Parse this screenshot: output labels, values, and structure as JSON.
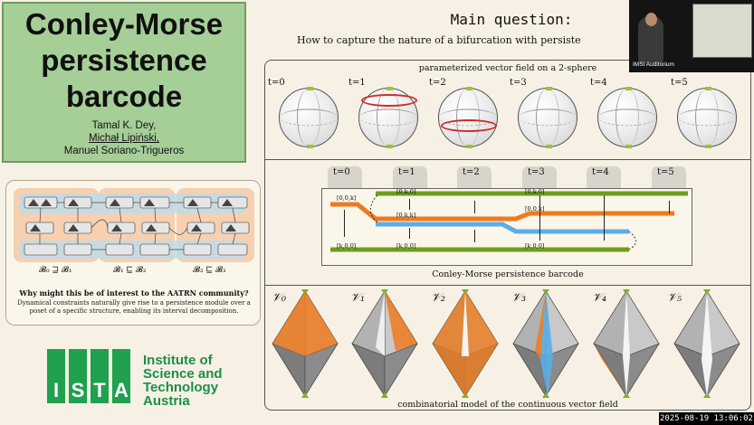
{
  "poster": {
    "title": [
      "Conley-Morse",
      "persistence",
      "barcode"
    ],
    "authors": [
      "Tamal K. Dey,",
      "Michał Lipiński,",
      "Manuel Soriano-Trigueros"
    ],
    "diagram": {
      "labels": [
        "𝓑₀ ⊒ 𝓑₁",
        "𝓑₁ ⊑ 𝓑₂",
        "𝓑₂ ⊑ 𝓑₃"
      ],
      "question": "Why might this be of interest to the AATRN community?",
      "answer": "Dynamical constraints naturally give rise to a persistence module over a poset of a specific structure, enabling its interval decomposition."
    },
    "logo": {
      "letters": [
        "I",
        "S",
        "T",
        "A"
      ],
      "name": [
        "Institute of",
        "Science and",
        "Technology",
        "Austria"
      ]
    }
  },
  "main": {
    "heading": "Main question:",
    "subheading": "How to capture the nature of a bifurcation with persiste",
    "panel1_caption": "parameterized vector field on a 2-sphere",
    "panel2_caption": "Conley-Morse persistence barcode",
    "panel3_caption": "combinatorial model of the continuous vector field",
    "sphere_times": [
      "t=0",
      "t=1",
      "t=2",
      "t=3",
      "t=4",
      "t=5"
    ],
    "barcode_times": [
      "t=0",
      "t=1",
      "t=2",
      "t=3",
      "t=4",
      "t=5"
    ],
    "barcode_labels": {
      "k0k": "[0,k,0]",
      "kkk": "[0,0,k]",
      "kk": "[0,k,k]",
      "k00": "[k,0,0]"
    },
    "model_labels": [
      "𝒱₀",
      "𝒱₁",
      "𝒱₂",
      "𝒱₃",
      "𝒱₄",
      "𝒱₅"
    ]
  },
  "overlay": {
    "video_label": "IMSI Auditorium",
    "timestamp": "2025-08-19 13:06:02"
  },
  "colors": {
    "title_green": "#a6cf98",
    "brand_green": "#1fa14f",
    "bar_green": "#6e9e1f",
    "bar_orange": "#ee7a1e",
    "bar_blue": "#5aaee6",
    "cycle_red": "#d12a2a"
  }
}
